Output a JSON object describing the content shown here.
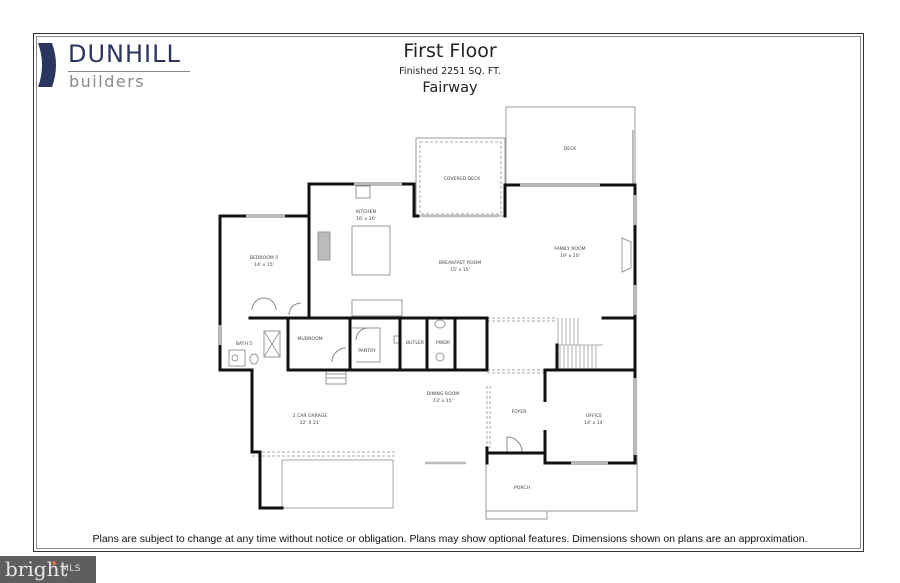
{
  "brand": {
    "name": "DUNHILL",
    "sub": "builders",
    "colors": {
      "primary": "#2a3560",
      "secondary": "#8a8a8a"
    }
  },
  "header": {
    "title": "First Floor",
    "subtitle": "Finished 2251 SQ. FT.",
    "model": "Fairway"
  },
  "rooms": {
    "deck": {
      "name": "DECK"
    },
    "covered_deck": {
      "name": "COVERED DECK"
    },
    "kitchen": {
      "name": "KITCHEN",
      "size": "16' x 20'"
    },
    "bedroom5": {
      "name": "BEDROOM 5",
      "size": "14' x 15'"
    },
    "breakfast": {
      "name": "BREAKFAST ROOM",
      "size": "15' x 15'"
    },
    "family": {
      "name": "FAMILY ROOM",
      "size": "19' x 20'"
    },
    "bath5": {
      "name": "BATH 5"
    },
    "mudroom": {
      "name": "MUDROOM"
    },
    "pantry": {
      "name": "PANTRY"
    },
    "butler": {
      "name": "BUTLER"
    },
    "pwdr": {
      "name": "PWDR"
    },
    "garage": {
      "name": "2 CAR GARAGE",
      "size": "22' X 21'"
    },
    "dining": {
      "name": "DINING ROOM",
      "size": "13' x 15'"
    },
    "foyer": {
      "name": "FOYER"
    },
    "office": {
      "name": "OFFICE",
      "size": "14' x 14'"
    },
    "porch": {
      "name": "PORCH"
    }
  },
  "footer": {
    "disclaimer": "Plans are subject to change at any time without notice or obligation. Plans may show optional features. Dimensions shown on plans are an approximation."
  },
  "watermark": {
    "brand": "bright",
    "suffix": "MLS",
    "dot_color": "#e06a3b"
  }
}
